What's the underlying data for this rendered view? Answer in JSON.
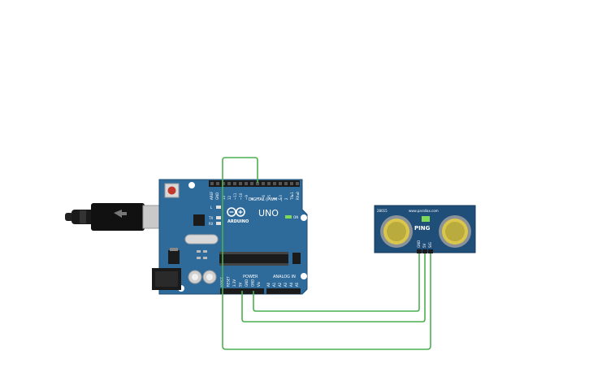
{
  "arduino": {
    "board_name": "UNO",
    "brand": "ARDUINO",
    "digital_header": "DIGITAL (PWM~)",
    "power_label": "POWER",
    "analog_label": "ANALOG IN",
    "led_l": "L",
    "led_tx": "TX",
    "led_rx": "RX",
    "led_on": "ON",
    "aref": "AREF",
    "gnd": "GND",
    "digital_pins": [
      "13",
      "12",
      "~11",
      "~10",
      "~9",
      "8",
      "7",
      "~6",
      "~5",
      "4",
      "~3",
      "2",
      "TX▸1",
      "RX◂0"
    ],
    "power_pins": [
      "IOREF",
      "RESET",
      "3.3V",
      "5V",
      "GND",
      "GND",
      "Vin"
    ],
    "analog_pins": [
      "A0",
      "A1",
      "A2",
      "A3",
      "A4",
      "A5"
    ]
  },
  "sensor": {
    "name": "PING",
    "pins": [
      "GND",
      "5V",
      "SIG"
    ],
    "web": "www.parallax.com",
    "label_left": "28015"
  },
  "colors": {
    "wire": "#4caf50",
    "board": "#2f6b9a",
    "header": "#1b1b1b",
    "sensor_board": "#1f4e79",
    "transducer": "#d9c64a"
  }
}
